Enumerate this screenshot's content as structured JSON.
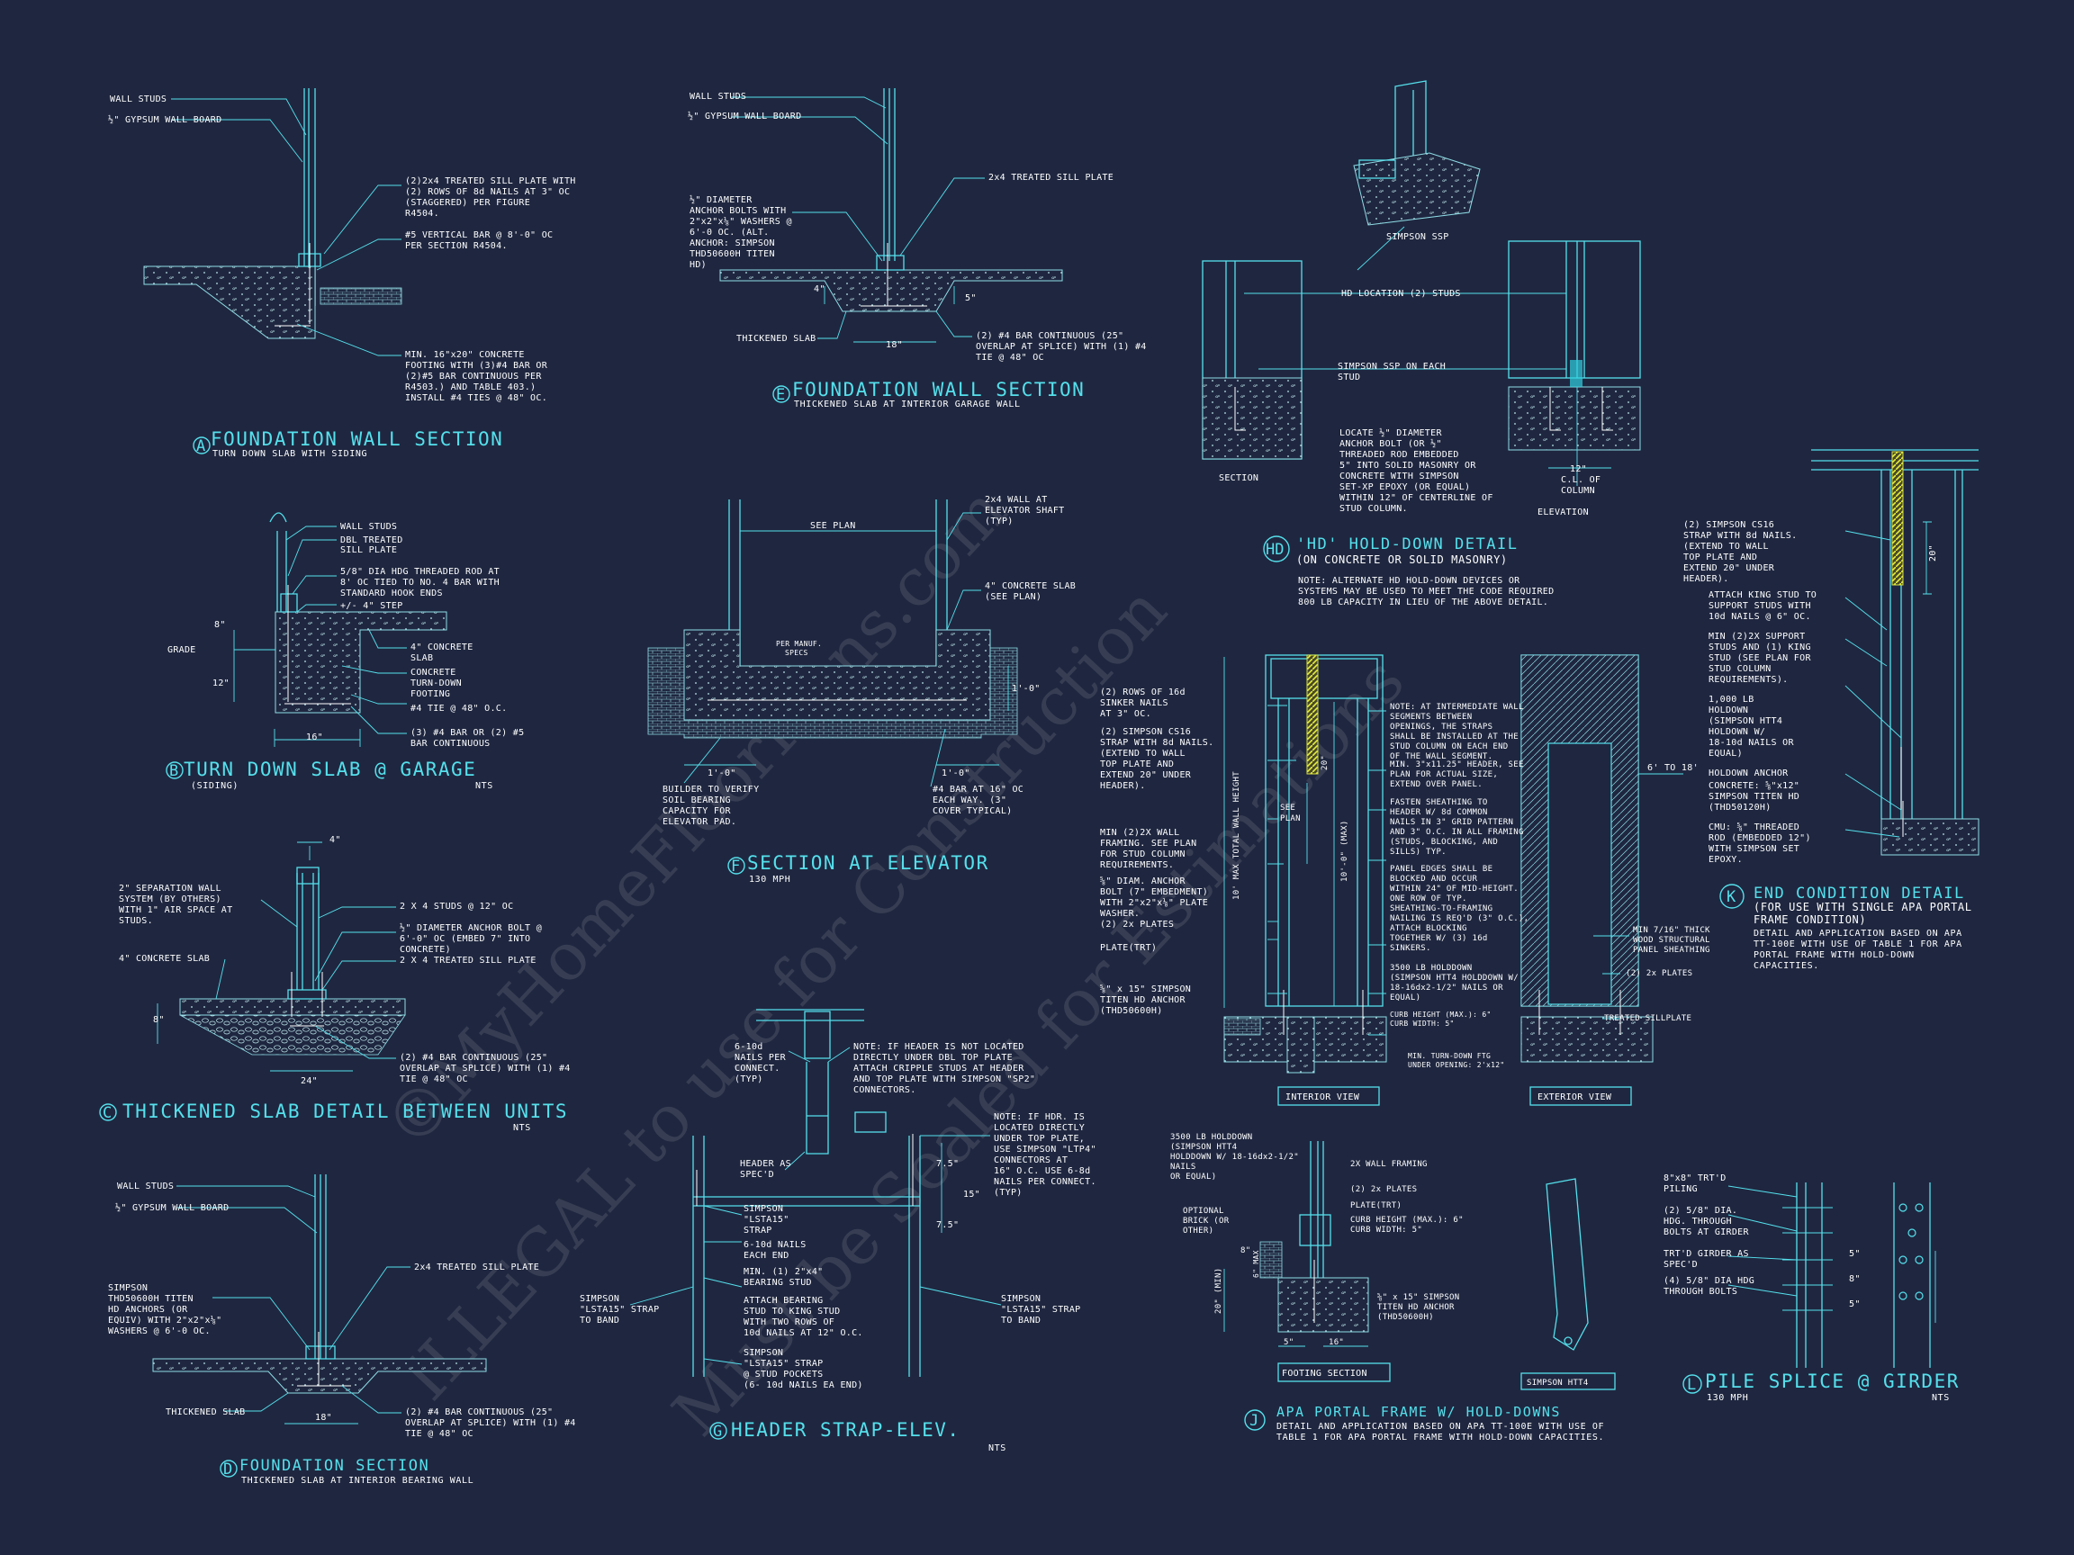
{
  "details": {
    "A": {
      "letter": "A",
      "title": "FOUNDATION WALL SECTION",
      "subtitle": "TURN DOWN SLAB WITH SIDING",
      "labels": [
        "WALL STUDS",
        "½\" GYPSUM WALL BOARD",
        "(2)2x4 TREATED SILL PLATE WITH",
        "(2) ROWS OF 8d NAILS AT 3\" OC",
        "(STAGGERED) PER FIGURE",
        "R4504.",
        "#5 VERTICAL BAR @ 8'-0\" OC",
        "PER SECTION R4504.",
        "MIN. 16\"x20\" CONCRETE",
        "FOOTING WITH (3)#4 BAR OR",
        "(2)#5 BAR CONTINUOUS PER",
        "R4503.) AND TABLE 403.)",
        "INSTALL #4 TIES @ 48\" OC."
      ]
    },
    "B": {
      "letter": "B",
      "title": "TURN DOWN SLAB @ GARAGE",
      "subtitle": "(SIDING)",
      "scale": "NTS",
      "labels": [
        "WALL STUDS",
        "DBL TREATED",
        "SILL PLATE",
        "5/8\" DIA HDG THREADED ROD AT",
        "8' OC TIED TO NO. 4 BAR WITH",
        "STANDARD HOOK ENDS",
        "+/- 4\" STEP",
        "4\" CONCRETE",
        "SLAB",
        "CONCRETE",
        "TURN-DOWN",
        "FOOTING",
        "#4 TIE @ 48\" O.C.",
        "(3) #4 BAR OR (2) #5",
        "BAR CONTINUOUS",
        "GRADE"
      ],
      "dims": [
        "8\"",
        "12\"",
        "16\""
      ]
    },
    "C": {
      "letter": "C",
      "title": "THICKENED SLAB DETAIL BETWEEN UNITS",
      "scale": "NTS",
      "labels": [
        "2\" SEPARATION WALL",
        "SYSTEM (BY OTHERS)",
        "WITH 1\" AIR SPACE AT",
        "STUDS.",
        "4\" CONCRETE SLAB",
        "2 X 4 STUDS @ 12\" OC",
        "½\" DIAMETER ANCHOR BOLT @",
        "6'-0\" OC (EMBED 7\" INTO",
        "CONCRETE)",
        "2 X 4 TREATED SILL PLATE",
        "(2) #4 BAR CONTINUOUS (25\"",
        "OVERLAP AT SPLICE) WITH (1) #4",
        "TIE @ 48\" OC"
      ],
      "dims": [
        "4\"",
        "8\"",
        "24\""
      ]
    },
    "D": {
      "letter": "D",
      "title": "FOUNDATION SECTION",
      "subtitle": "THICKENED SLAB AT INTERIOR BEARING WALL",
      "labels": [
        "WALL STUDS",
        "½\" GYPSUM WALL BOARD",
        "2x4 TREATED SILL PLATE",
        "SIMPSON",
        "THD50600H TITEN",
        "HD ANCHORS (OR",
        "EQUIV) WITH 2\"x2\"x⅛\"",
        "WASHERS @ 6'-0 OC.",
        "THICKENED SLAB",
        "(2) #4 BAR CONTINUOUS (25\"",
        "OVERLAP AT SPLICE) WITH (1) #4",
        "TIE @ 48\" OC"
      ],
      "dims": [
        "18\""
      ]
    },
    "E": {
      "letter": "E",
      "title": "FOUNDATION WALL SECTION",
      "subtitle": "THICKENED SLAB AT INTERIOR GARAGE WALL",
      "labels": [
        "WALL STUDS",
        "½\" GYPSUM WALL BOARD",
        "2x4 TREATED SILL PLATE",
        "½\" DIAMETER",
        "ANCHOR BOLTS WITH",
        "2\"x2\"x⅛\" WASHERS @",
        "6'-0 OC. (ALT.",
        "ANCHOR: SIMPSON",
        "THD50600H TITEN",
        "HD)",
        "THICKENED SLAB",
        "(2) #4 BAR CONTINUOUS (25\"",
        "OVERLAP AT SPLICE) WITH (1) #4",
        "TIE @ 48\" OC"
      ],
      "dims": [
        "18\"",
        "5\"",
        "4\""
      ]
    },
    "F": {
      "letter": "F",
      "title": "SECTION AT ELEVATOR",
      "subtitle": "130 MPH",
      "labels": [
        "SEE PLAN",
        "2x4 WALL AT",
        "ELEVATOR SHAFT",
        "(TYP)",
        "4\" CONCRETE SLAB",
        "(SEE PLAN)",
        "PER MANUF.",
        "SPECS",
        "BUILDER TO VERIFY",
        "SOIL BEARING",
        "CAPACITY FOR",
        "ELEVATOR PAD.",
        "#4 BAR AT 16\" OC",
        "EACH WAY. (3\"",
        "COVER TYPICAL)"
      ],
      "dims": [
        "1'-0\"",
        "1'-0\"",
        "1'-0\""
      ]
    },
    "G": {
      "letter": "G",
      "title": "HEADER STRAP-ELEV.",
      "scale": "NTS",
      "labels": [
        "6-10d",
        "NAILS PER",
        "CONNECT.",
        "(TYP)",
        "NOTE: IF HEADER IS NOT LOCATED",
        "DIRECTLY UNDER DBL TOP PLATE",
        "ATTACH CRIPPLE STUDS AT HEADER",
        "AND TOP PLATE WITH SIMPSON \"SP2\"",
        "CONNECTORS.",
        "HEADER AS",
        "SPEC'D",
        "NOTE: IF HDR. IS",
        "LOCATED DIRECTLY",
        "UNDER TOP PLATE,",
        "USE SIMPSON \"LTP4\"",
        "CONNECTORS AT",
        "16\" O.C.  USE 6-8d",
        "NAILS PER CONNECT.",
        "(TYP)",
        "SIMPSON",
        "\"LSTA15\"",
        "STRAP",
        "6-10d NAILS",
        "EACH END",
        "MIN. (1) 2\"x4\"",
        "BEARING STUD",
        "ATTACH BEARING",
        "STUD TO KING STUD",
        "WITH TWO ROWS OF",
        "10d NAILS AT 12\" O.C.",
        "SIMPSON",
        "\"LSTA15\" STRAP",
        "@ STUD POCKETS",
        "(6- 10d NAILS EA END)",
        "SIMPSON",
        "\"LSTA15\" STRAP",
        "TO BAND",
        "SIMPSON",
        "\"LSTA15\" STRAP",
        "TO BAND"
      ],
      "dims": [
        "7.5\"",
        "15\"",
        "7.5\""
      ]
    },
    "HD": {
      "letter": "HD",
      "title": "'HD' HOLD-DOWN DETAIL",
      "subtitle": "(ON CONCRETE OR SOLID MASONRY)",
      "labels": [
        "SIMPSON SSP",
        "HD LOCATION (2) STUDS",
        "SIMPSON SSP ON EACH",
        "STUD",
        "LOCATE ½\" DIAMETER",
        "ANCHOR BOLT (OR ½\"",
        "THREADED ROD EMBEDDED",
        "5\" INTO SOLID MASONRY OR",
        "CONCRETE WITH SIMPSON",
        "SET-XP EPOXY (OR EQUAL)",
        "WITHIN 12\" OF CENTERLINE OF",
        "STUD COLUMN.",
        "SECTION",
        "12\"",
        "C.L. OF",
        "COLUMN",
        "ELEVATION",
        "NOTE: ALTERNATE HD HOLD-DOWN DEVICES OR",
        "SYSTEMS MAY BE USED TO MEET THE CODE REQUIRED",
        "800 LB CAPACITY IN LIEU OF THE ABOVE DETAIL."
      ]
    },
    "J": {
      "letter": "J",
      "title": "APA PORTAL FRAME W/ HOLD-DOWNS",
      "subtitle1": "DETAIL AND APPLICATION BASED ON APA TT-100E WITH USE OF",
      "subtitle2": "TABLE 1 FOR APA PORTAL FRAME WITH HOLD-DOWN CAPACITIES.",
      "labels": [
        "(2) ROWS OF 16d",
        "SINKER NAILS",
        "AT 3\" OC.",
        "(2) SIMPSON CS16",
        "STRAP WITH 8d NAILS.",
        "(EXTEND TO WALL",
        "TOP PLATE AND",
        "EXTEND 20\" UNDER",
        "HEADER).",
        "MIN (2)2X WALL",
        "FRAMING. SEE PLAN",
        "FOR STUD COLUMN",
        "REQUIREMENTS.",
        "⅝\" DIAM. ANCHOR",
        "BOLT (7\" EMBEDMENT)",
        "WITH 2\"x2\"x⅛\" PLATE",
        "WASHER.",
        "(2) 2x PLATES",
        "PLATE(TRT)",
        "⅝\" x 15\" SIMPSON",
        "TITEN HD ANCHOR",
        "(THD50600H)",
        "NOTE: AT INTERMEDIATE WALL",
        "SEGMENTS BETWEEN",
        "OPENINGS, THE STRAPS",
        "SHALL BE INSTALLED AT THE",
        "STUD COLUMN ON EACH END",
        "OF THE WALL SEGMENT.",
        "MIN. 3\"x11.25\" HEADER, SEE",
        "PLAN FOR ACTUAL SIZE,",
        "EXTEND OVER PANEL.",
        "FASTEN SHEATHING TO",
        "HEADER W/ 8d COMMON",
        "NAILS IN 3\" GRID PATTERN",
        "AND 3\" O.C. IN ALL FRAMING",
        "(STUDS, BLOCKING, AND",
        "SILLS) TYP.",
        "PANEL EDGES SHALL BE",
        "BLOCKED AND OCCUR",
        "WITHIN 24\" OF MID-HEIGHT.",
        "ONE ROW OF TYP.",
        "SHEATHING-TO-FRAMING",
        "NAILING IS REQ'D (3\" O.C.),",
        "ATTACH BLOCKING",
        "TOGETHER W/ (3) 16d",
        "SINKERS.",
        "3500 LB HOLDDOWN",
        "(SIMPSON HTT4 HOLDDOWN W/",
        "18-16dx2-1/2\" NAILS OR",
        "EQUAL)",
        "CURB HEIGHT (MAX.): 6\"",
        "CURB WIDTH: 5\"",
        "MIN. TURN-DOWN FTG",
        "UNDER OPENING: 2'x12\"",
        "INTERIOR VIEW",
        "6' TO 18'",
        "MIN 7/16\" THICK",
        "WOOD STRUCTURAL",
        "PANEL SHEATHING",
        "(2) 2x PLATES",
        "TREATED SILLPLATE",
        "EXTERIOR VIEW",
        "3500 LB HOLDDOWN",
        "(SIMPSON HTT4",
        "HOLDDOWN W/ 18-16dx2-1/2\"",
        "NAILS",
        "OR EQUAL)",
        "2X WALL FRAMING",
        "(2) 2x PLATES",
        "PLATE(TRT)",
        "CURB HEIGHT (MAX.): 6\"",
        "CURB WIDTH: 5\"",
        "OPTIONAL",
        "BRICK (OR",
        "OTHER)",
        "⅝\" x 15\" SIMPSON",
        "TITEN HD ANCHOR",
        "(THD50600H)",
        "FOOTING SECTION",
        "SIMPSON HTT4"
      ],
      "dims": [
        "SEE",
        "PLAN",
        "20\"",
        "10' MAX TOTAL WALL HEIGHT",
        "10'-0\" (MAX)",
        "20\" (MIN)",
        "8\"",
        "6\" MAX",
        "5\"",
        "16\""
      ]
    },
    "K": {
      "letter": "K",
      "title": "END CONDITION DETAIL",
      "subtitle": "(FOR USE WITH SINGLE APA PORTAL",
      "subtitle2": "FRAME CONDITION)",
      "notes": [
        "DETAIL AND APPLICATION BASED ON APA",
        "TT-100E WITH USE OF TABLE 1 FOR APA",
        "PORTAL FRAME WITH HOLD-DOWN",
        "CAPACITIES."
      ],
      "labels": [
        "(2) SIMPSON CS16",
        "STRAP WITH 8d NAILS.",
        "(EXTEND TO WALL",
        "TOP PLATE AND",
        "EXTEND 20\" UNDER",
        "HEADER).",
        "ATTACH KING STUD TO",
        "SUPPORT STUDS WITH",
        "10d NAILS @ 6\" OC.",
        "MIN (2)2X SUPPORT",
        "STUDS AND (1) KING",
        "STUD (SEE PLAN FOR",
        "STUD COLUMN",
        "REQUIREMENTS).",
        "1,000 LB",
        "HOLDOWN",
        "(SIMPSON HTT4",
        "HOLDOWN W/",
        "18-10d NAILS OR",
        "EQUAL)",
        "HOLDOWN ANCHOR",
        "CONCRETE: ⅝\"x12\"",
        "SIMPSON TITEN HD",
        "(THD50120H)",
        "CMU: ⅝\" THREADED",
        "ROD (EMBEDDED 12\")",
        "WITH SIMPSON SET",
        "EPOXY."
      ],
      "dims": [
        "20\""
      ]
    },
    "L": {
      "letter": "L",
      "title": "PILE SPLICE @ GIRDER",
      "subtitle": "130 MPH",
      "scale": "NTS",
      "labels": [
        "8\"x8\" TRT'D",
        "PILING",
        "(2) 5/8\" DIA.",
        "HDG. THROUGH",
        "BOLTS AT GIRDER",
        "TRT'D GIRDER AS",
        "SPEC'D",
        "(4) 5/8\" DIA HDG",
        "THROUGH BOLTS"
      ],
      "dims": [
        "5\"",
        "8\"",
        "5\""
      ]
    }
  },
  "watermarks": [
    "©MyHomeFloorPlans.com",
    "ILLEGAL to use for Construction",
    "Must be Sealed for Estimations"
  ],
  "colors": {
    "background": "#1f2740",
    "line": "#55e0ec",
    "text": "#ffffff",
    "highlight": "#d8e040"
  }
}
